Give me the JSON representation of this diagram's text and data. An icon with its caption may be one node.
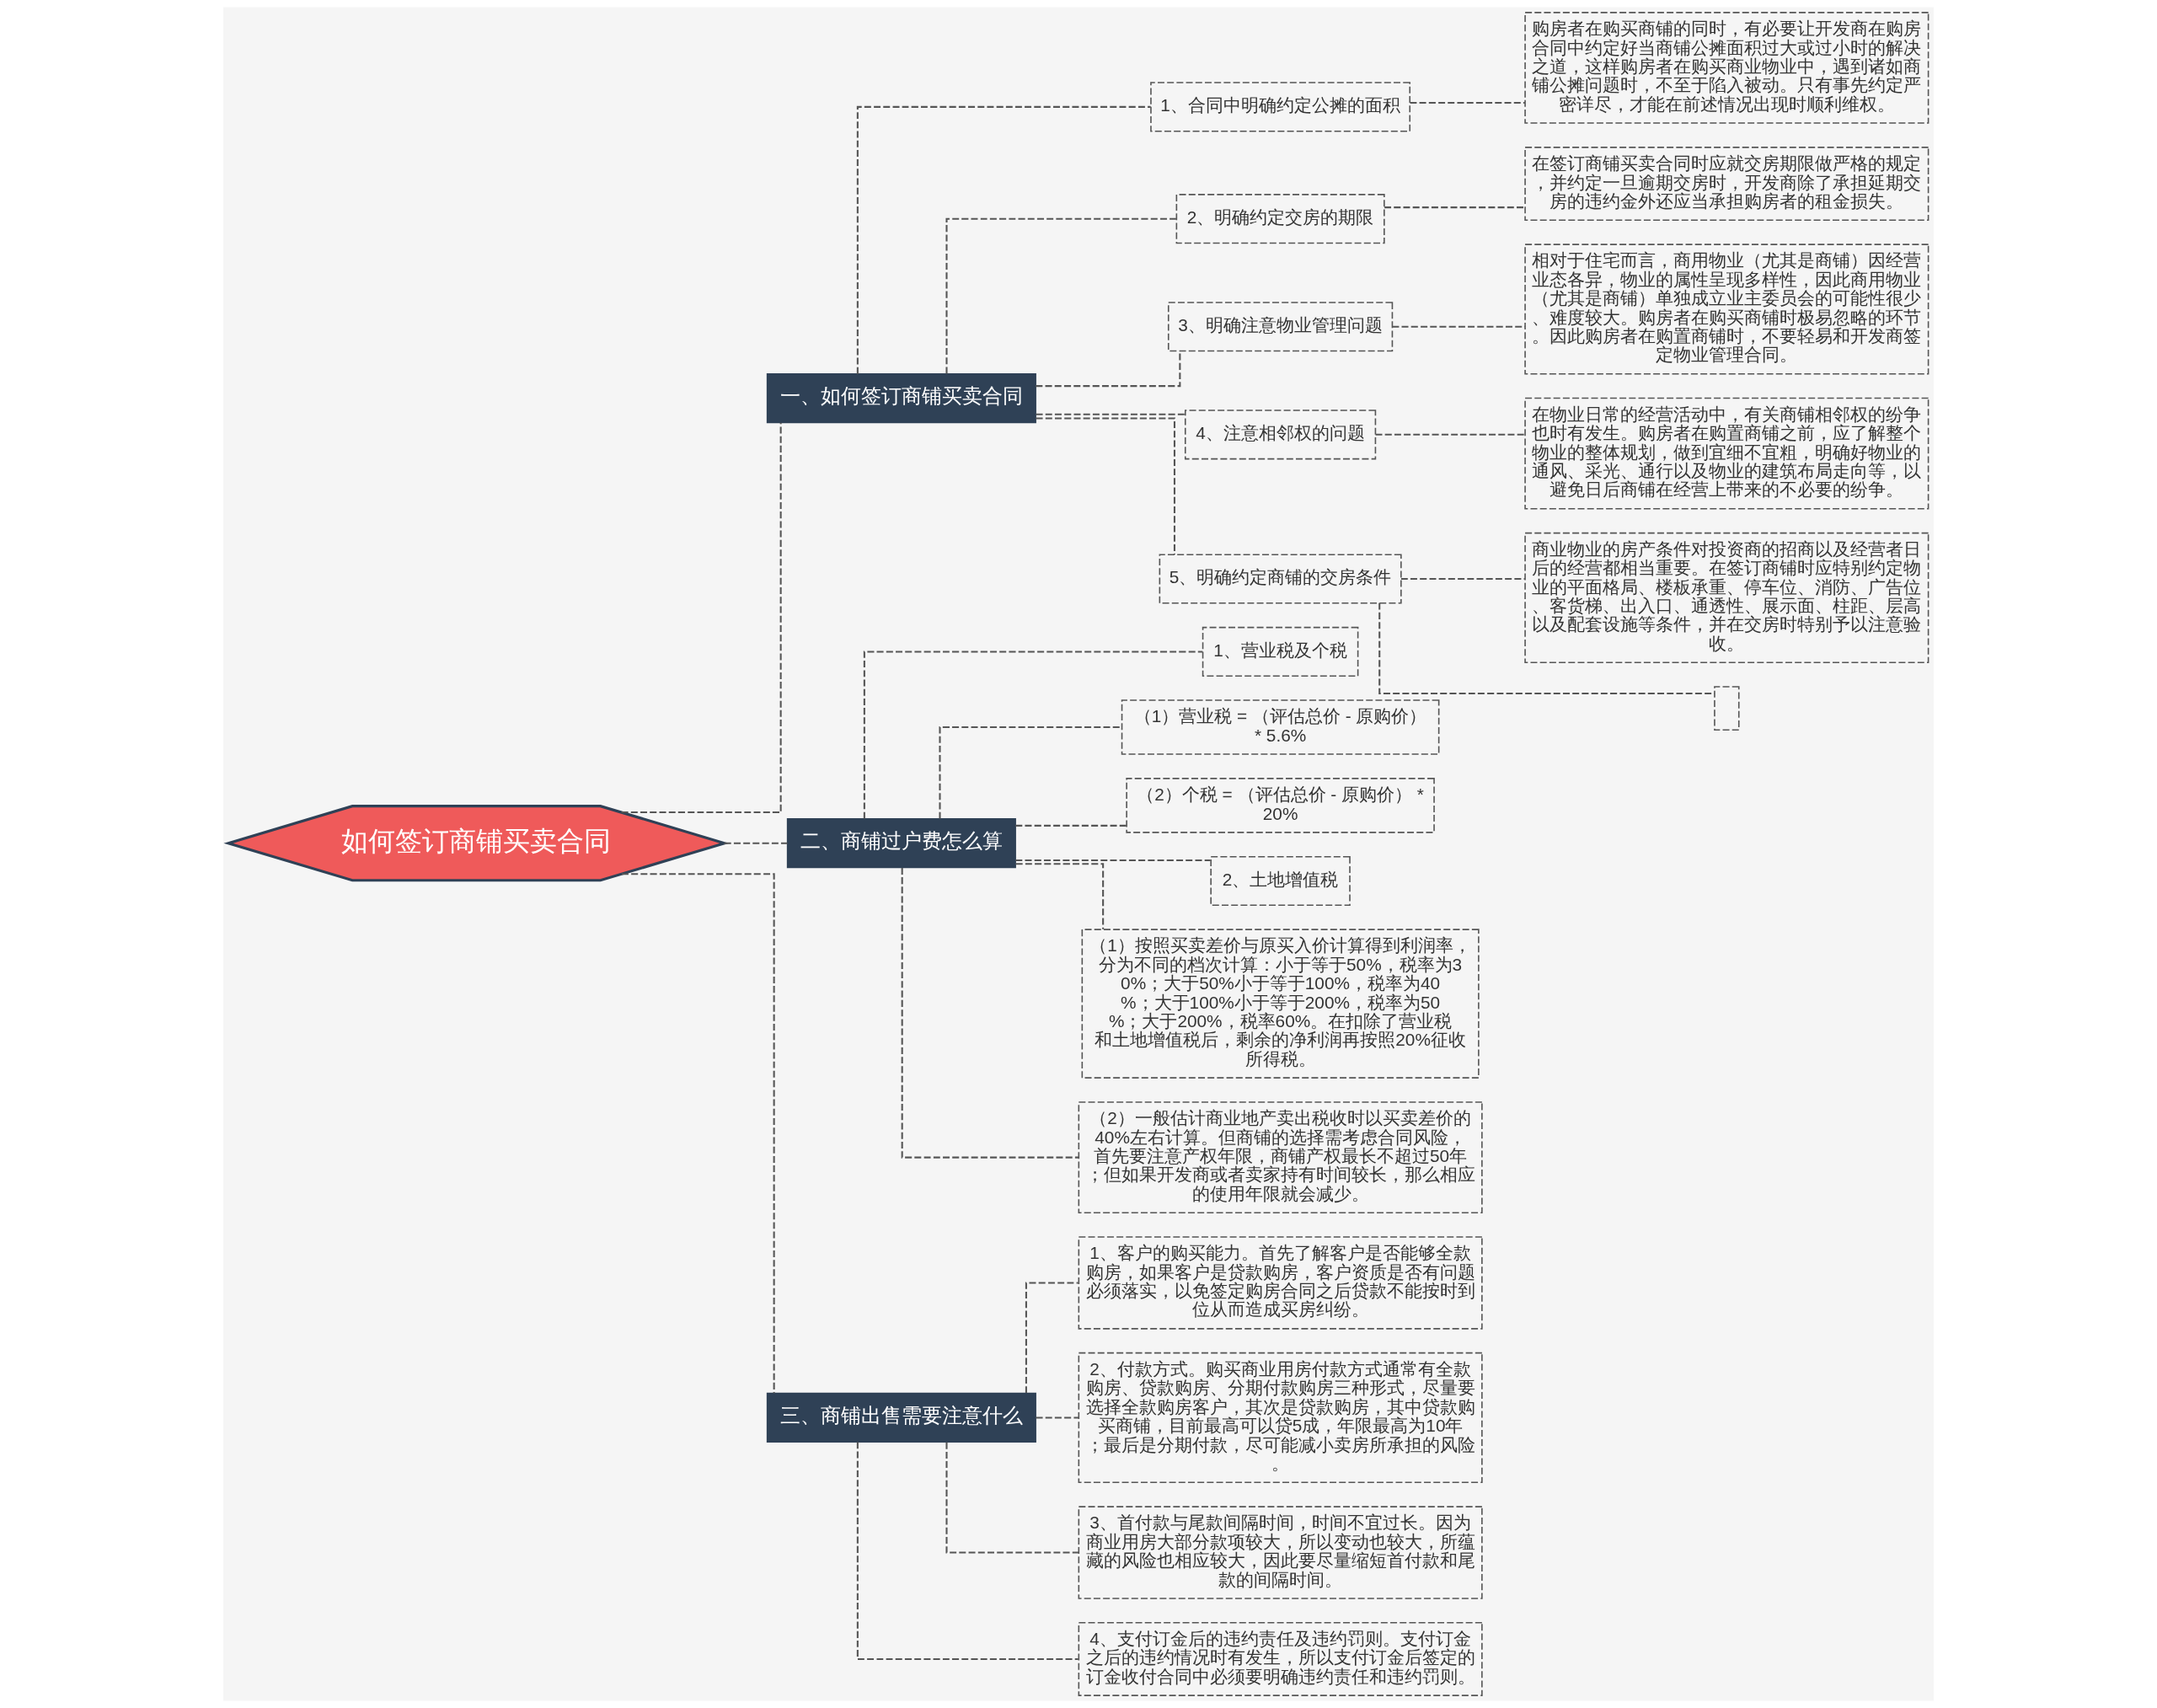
{
  "diagram": {
    "nodes": [
      {
        "text": [
          "如何签订商铺买卖合同"
        ]
      },
      {
        "text": [
          "一、如何签订商铺买卖合同"
        ]
      },
      {
        "text": [
          "1、合同中明确约定公摊的面积"
        ]
      },
      {
        "text": [
          "购房者在购买商铺的同时，有必要让开发商在购房合同中约定好当商铺公摊面积过大或过小时的解决之道，这样购房者在购买商业物业中，遇到诸如商铺公摊问题时，不至于陷入被动。只有事先约定严密详尽，才能在前述情况出现时顺利维权。"
        ]
      },
      {
        "text": [
          "2、明确约定交房的期限"
        ]
      },
      {
        "text": [
          "在签订商铺买卖合同时应就交房期限做严格的规定，并约定一旦逾期交房时，开发商除了承担延期交房的违约金外还应当承担购房者的租金损失。"
        ]
      },
      {
        "text": [
          "3、明确注意物业管理问题"
        ]
      },
      {
        "text": [
          "相对于住宅而言，商用物业（尤其是商铺）因经营业态各异，物业的属性呈现多样性，因此商用物业（尤其是商铺）单独成立业主委员会的可能性很少、难度较大。购房者在购买商铺时极易忽略的环节。因此购房者在购置商铺时，不要轻易和开发商签定物业管理合同。"
        ]
      },
      {
        "text": [
          "4、注意相邻权的问题"
        ]
      },
      {
        "text": [
          "在物业日常的经营活动中，有关商铺相邻权的纷争也时有发生。购房者在购置商铺之前，应了解整个物业的整体规划，做到宜细不宜粗，明确好物业的通风、采光、通行以及物业的建筑布局走向等，以避免日后商铺在经营上带来的不必要的纷争。"
        ]
      },
      {
        "text": [
          "5、明确约定商铺的交房条件"
        ]
      },
      {
        "text": [
          "商业物业的房产条件对投资商的招商以及经营者日后的经营都相当重要。在签订商铺时应特别约定物业的平面格局、楼板承重、停车位、消防、广告位、客货梯、出入口、通透性、展示面、柱距、层高以及配套设施等条件，并在交房时特别予以注意验收。"
        ]
      },
      {
        "text": [],
        "shape": "box"
      },
      {
        "text": [
          "二、商铺过户费怎么算"
        ]
      },
      {
        "text": [
          "1、营业税及个税"
        ]
      },
      {
        "text": [
          "（1）营业税 = （评估总价 - 原购价） * 5.6%"
        ]
      },
      {
        "text": [
          "（2）个税 = （评估总价 - 原购价） * 20%"
        ]
      },
      {
        "text": [
          "2、土地增值税"
        ]
      },
      {
        "text": [
          "（1）按照买卖差价与原买入价计算得到利润率，分为不同的档次计算：小于等于50%，税率为30%；大于50%小于等于100%，税率为40%；大于100%小于等于200%，税率为50%；大于200%，税率60%。在扣除了营业税和土地增值税后，剩余的净利润再按照20%征收所得税。"
        ]
      },
      {
        "text": [
          "（2）一般估计商业地产卖出税收时以买卖差价的40%左右计算。但商铺的选择需考虑合同风险，首先要注意产权年限，商铺产权最长不超过50年；但如果开发商或者卖家持有时间较长，那么相应的使用年限就会减少。"
        ]
      },
      {
        "text": [
          "三、商铺出售需要注意什么"
        ]
      },
      {
        "text": [
          "1、客户的购买能力。首先了解客户是否能够全款购房，如果客户是贷款购房，客户资质是否有问题必须落实，以免签定购房合同之后贷款不能按时到位从而造成买房纠纷。"
        ]
      },
      {
        "text": [
          "2、付款方式。购买商业用房付款方式通常有全款购房、贷款购房、分期付款购房三种形式，尽量要选择全款购房客户，其次是贷款购房，其中贷款购买商铺，目前最高可以贷5成，年限最高为10年；最后是分期付款，尽可能减小卖房所承担的风险。"
        ]
      },
      {
        "text": [
          "3、首付款与尾款间隔时间，时间不宜过长。因为商业用房大部分款项较大，所以变动也较大，所蕴藏的风险也相应较大，因此要尽量缩短首付款和尾款的间隔时间。"
        ]
      },
      {
        "text": [
          "4、支付订金后的违约责任及违约罚则。支付订金之后的违约情况时有发生，所以支付订金后签定的订金收付合同中必须要明确违约责任和违约罚则。"
        ]
      }
    ],
    "edges": [
      {
        "from": 0,
        "to": 1,
        "arrow": "none",
        "style": "dashed"
      },
      {
        "from": 1,
        "to": 2,
        "arrow": "none",
        "style": "dashed"
      },
      {
        "from": 2,
        "to": 3,
        "arrow": "none",
        "style": "dashed"
      },
      {
        "from": 1,
        "to": 4,
        "arrow": "none",
        "style": "dashed"
      },
      {
        "from": 4,
        "to": 5,
        "arrow": "none",
        "style": "dashed"
      },
      {
        "from": 1,
        "to": 6,
        "arrow": "none",
        "style": "dashed"
      },
      {
        "from": 6,
        "to": 7,
        "arrow": "none",
        "style": "dashed"
      },
      {
        "from": 1,
        "to": 8,
        "arrow": "none",
        "style": "dashed"
      },
      {
        "from": 8,
        "to": 9,
        "arrow": "none",
        "style": "dashed"
      },
      {
        "from": 1,
        "to": 10,
        "arrow": "none",
        "style": "dashed"
      },
      {
        "from": 10,
        "to": 11,
        "arrow": "none",
        "style": "dashed"
      },
      {
        "from": 10,
        "to": 12,
        "arrow": "none",
        "style": "dashed"
      },
      {
        "from": 0,
        "to": 13,
        "arrow": "none",
        "style": "dashed"
      },
      {
        "from": 13,
        "to": 14,
        "arrow": "none",
        "style": "dashed"
      },
      {
        "from": 13,
        "to": 15,
        "arrow": "none",
        "style": "dashed"
      },
      {
        "from": 13,
        "to": 16,
        "arrow": "none",
        "style": "dashed"
      },
      {
        "from": 13,
        "to": 17,
        "arrow": "none",
        "style": "dashed"
      },
      {
        "from": 13,
        "to": 18,
        "arrow": "none",
        "style": "dashed"
      },
      {
        "from": 13,
        "to": 19,
        "arrow": "none",
        "style": "dashed"
      },
      {
        "from": 0,
        "to": 20,
        "arrow": "none",
        "style": "dashed"
      },
      {
        "from": 20,
        "to": 21,
        "arrow": "none",
        "style": "dashed"
      },
      {
        "from": 20,
        "to": 22,
        "arrow": "none",
        "style": "dashed"
      },
      {
        "from": 20,
        "to": 23,
        "arrow": "none",
        "style": "dashed"
      },
      {
        "from": 20,
        "to": 24,
        "arrow": "none",
        "style": "dashed"
      }
    ]
  }
}
